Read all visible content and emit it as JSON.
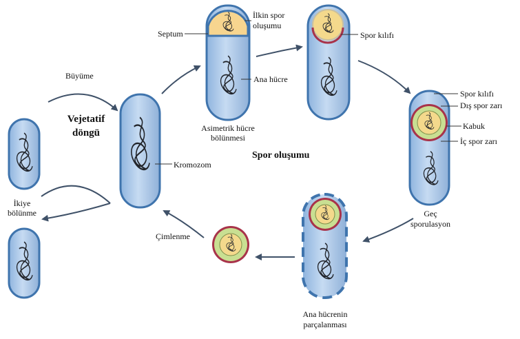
{
  "diagram": {
    "labels": {
      "buyume": "Büyüme",
      "vejetatif_line1": "Vejetatif",
      "vejetatif_line2": "döngü",
      "ikiye_line1": "İkiye",
      "ikiye_line2": "bölünme",
      "kromozom": "Kromozom",
      "septum": "Septum",
      "ilkin_line1": "İlkin spor",
      "ilkin_line2": "oluşumu",
      "ana_hucre": "Ana hücre",
      "asimetrik_line1": "Asimetrik hücre",
      "asimetrik_line2": "bölünmesi",
      "spor_olusumu": "Spor oluşumu",
      "spor_kilifi_top": "Spor kılıfı",
      "spor_kilifi_right": "Spor kılıfı",
      "dis_spor": "Dış spor zarı",
      "kabuk": "Kabuk",
      "ic_spor": "İç spor zarı",
      "gec_line1": "Geç",
      "gec_line2": "sporulasyon",
      "cimlenme": "Çimlenme",
      "parcalanma_line1": "Ana hücrenin",
      "parcalanma_line2": "parçalanması"
    },
    "colors": {
      "cell_fill": "#a9c7e8",
      "cell_stroke": "#3f74ad",
      "forespore_fill": "#f7d58f",
      "spore_core": "#f4d98c",
      "cortex_green": "#c9df92",
      "coat_red": "#a8334a",
      "arrow": "#3f5168"
    }
  }
}
